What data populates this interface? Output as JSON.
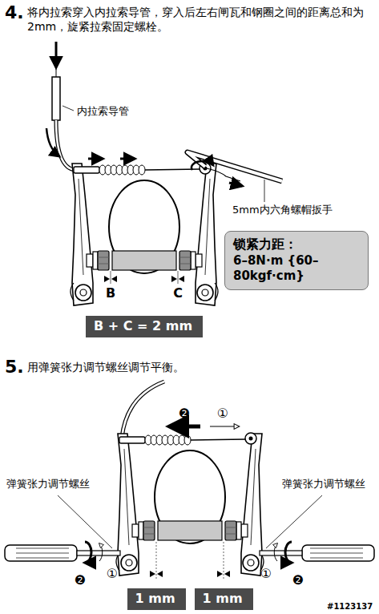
{
  "diagram": {
    "nodes": [
      {
        "text": [
          "锁紧力距：",
          "6–8N·m {60–80kgf·cm}"
        ]
      },
      {
        "text": [
          "B + C = 2 mm"
        ]
      },
      {
        "text": [
          "1 mm"
        ]
      },
      {
        "text": [
          "1 mm"
        ]
      }
    ],
    "labels": [
      "4.",
      "将内拉索穿入内拉索导管，穿入后左右闸瓦和钢圈之间的距离总和为2mm，旋紧拉索固定螺栓。",
      "内拉索导管",
      "5mm内六角螺帽扳手",
      "B",
      "C",
      "5.",
      "用弹簧张力调节螺丝调节平衡。",
      "❷",
      "①",
      "弹簧张力调节螺丝",
      "弹簧张力调节螺丝",
      "❷",
      "①",
      "①",
      "❷",
      "#1123137"
    ]
  }
}
